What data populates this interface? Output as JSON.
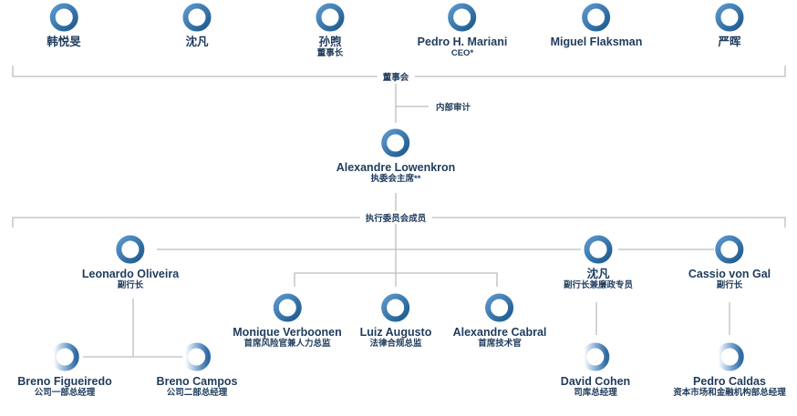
{
  "colors": {
    "ring_dark": "#1c5a8e",
    "ring_light": "#5b97cc",
    "ring_faded_start": "#ffffff",
    "ring_faded_end": "#2e6aa3",
    "line": "#b9bec4",
    "text": "#1f3b5c"
  },
  "board": {
    "label": "董事会",
    "members": [
      {
        "name": "韩悦旻",
        "title": ""
      },
      {
        "name": "沈凡",
        "title": ""
      },
      {
        "name": "孙煦",
        "title": "董事长"
      },
      {
        "name": "Pedro H. Mariani",
        "title": "CEO*"
      },
      {
        "name": "Miguel Flaksman",
        "title": ""
      },
      {
        "name": "严晖",
        "title": ""
      }
    ]
  },
  "audit": {
    "label": "内部审计"
  },
  "chair": {
    "name": "Alexandre Lowenkron",
    "title": "执委会主席**"
  },
  "executive": {
    "label": "执行委员会成员",
    "members": [
      {
        "name": "Leonardo Oliveira",
        "title": "副行长"
      },
      {
        "name": "沈凡",
        "title": "副行长兼廉政专员"
      },
      {
        "name": "Cassio von Gal",
        "title": "副行长"
      }
    ]
  },
  "heads": [
    {
      "name": "Monique Verboonen",
      "title": "首席风险官兼人力总监"
    },
    {
      "name": "Luiz Augusto",
      "title": "法律合规总监"
    },
    {
      "name": "Alexandre Cabral",
      "title": "首席技术官"
    }
  ],
  "directors": [
    {
      "name": "Breno Figueiredo",
      "title": "公司一部总经理"
    },
    {
      "name": "Breno Campos",
      "title": "公司二部总经理"
    },
    {
      "name": "David Cohen",
      "title": "司库总经理"
    },
    {
      "name": "Pedro Caldas",
      "title": "资本市场和金融机构部总经理"
    }
  ]
}
